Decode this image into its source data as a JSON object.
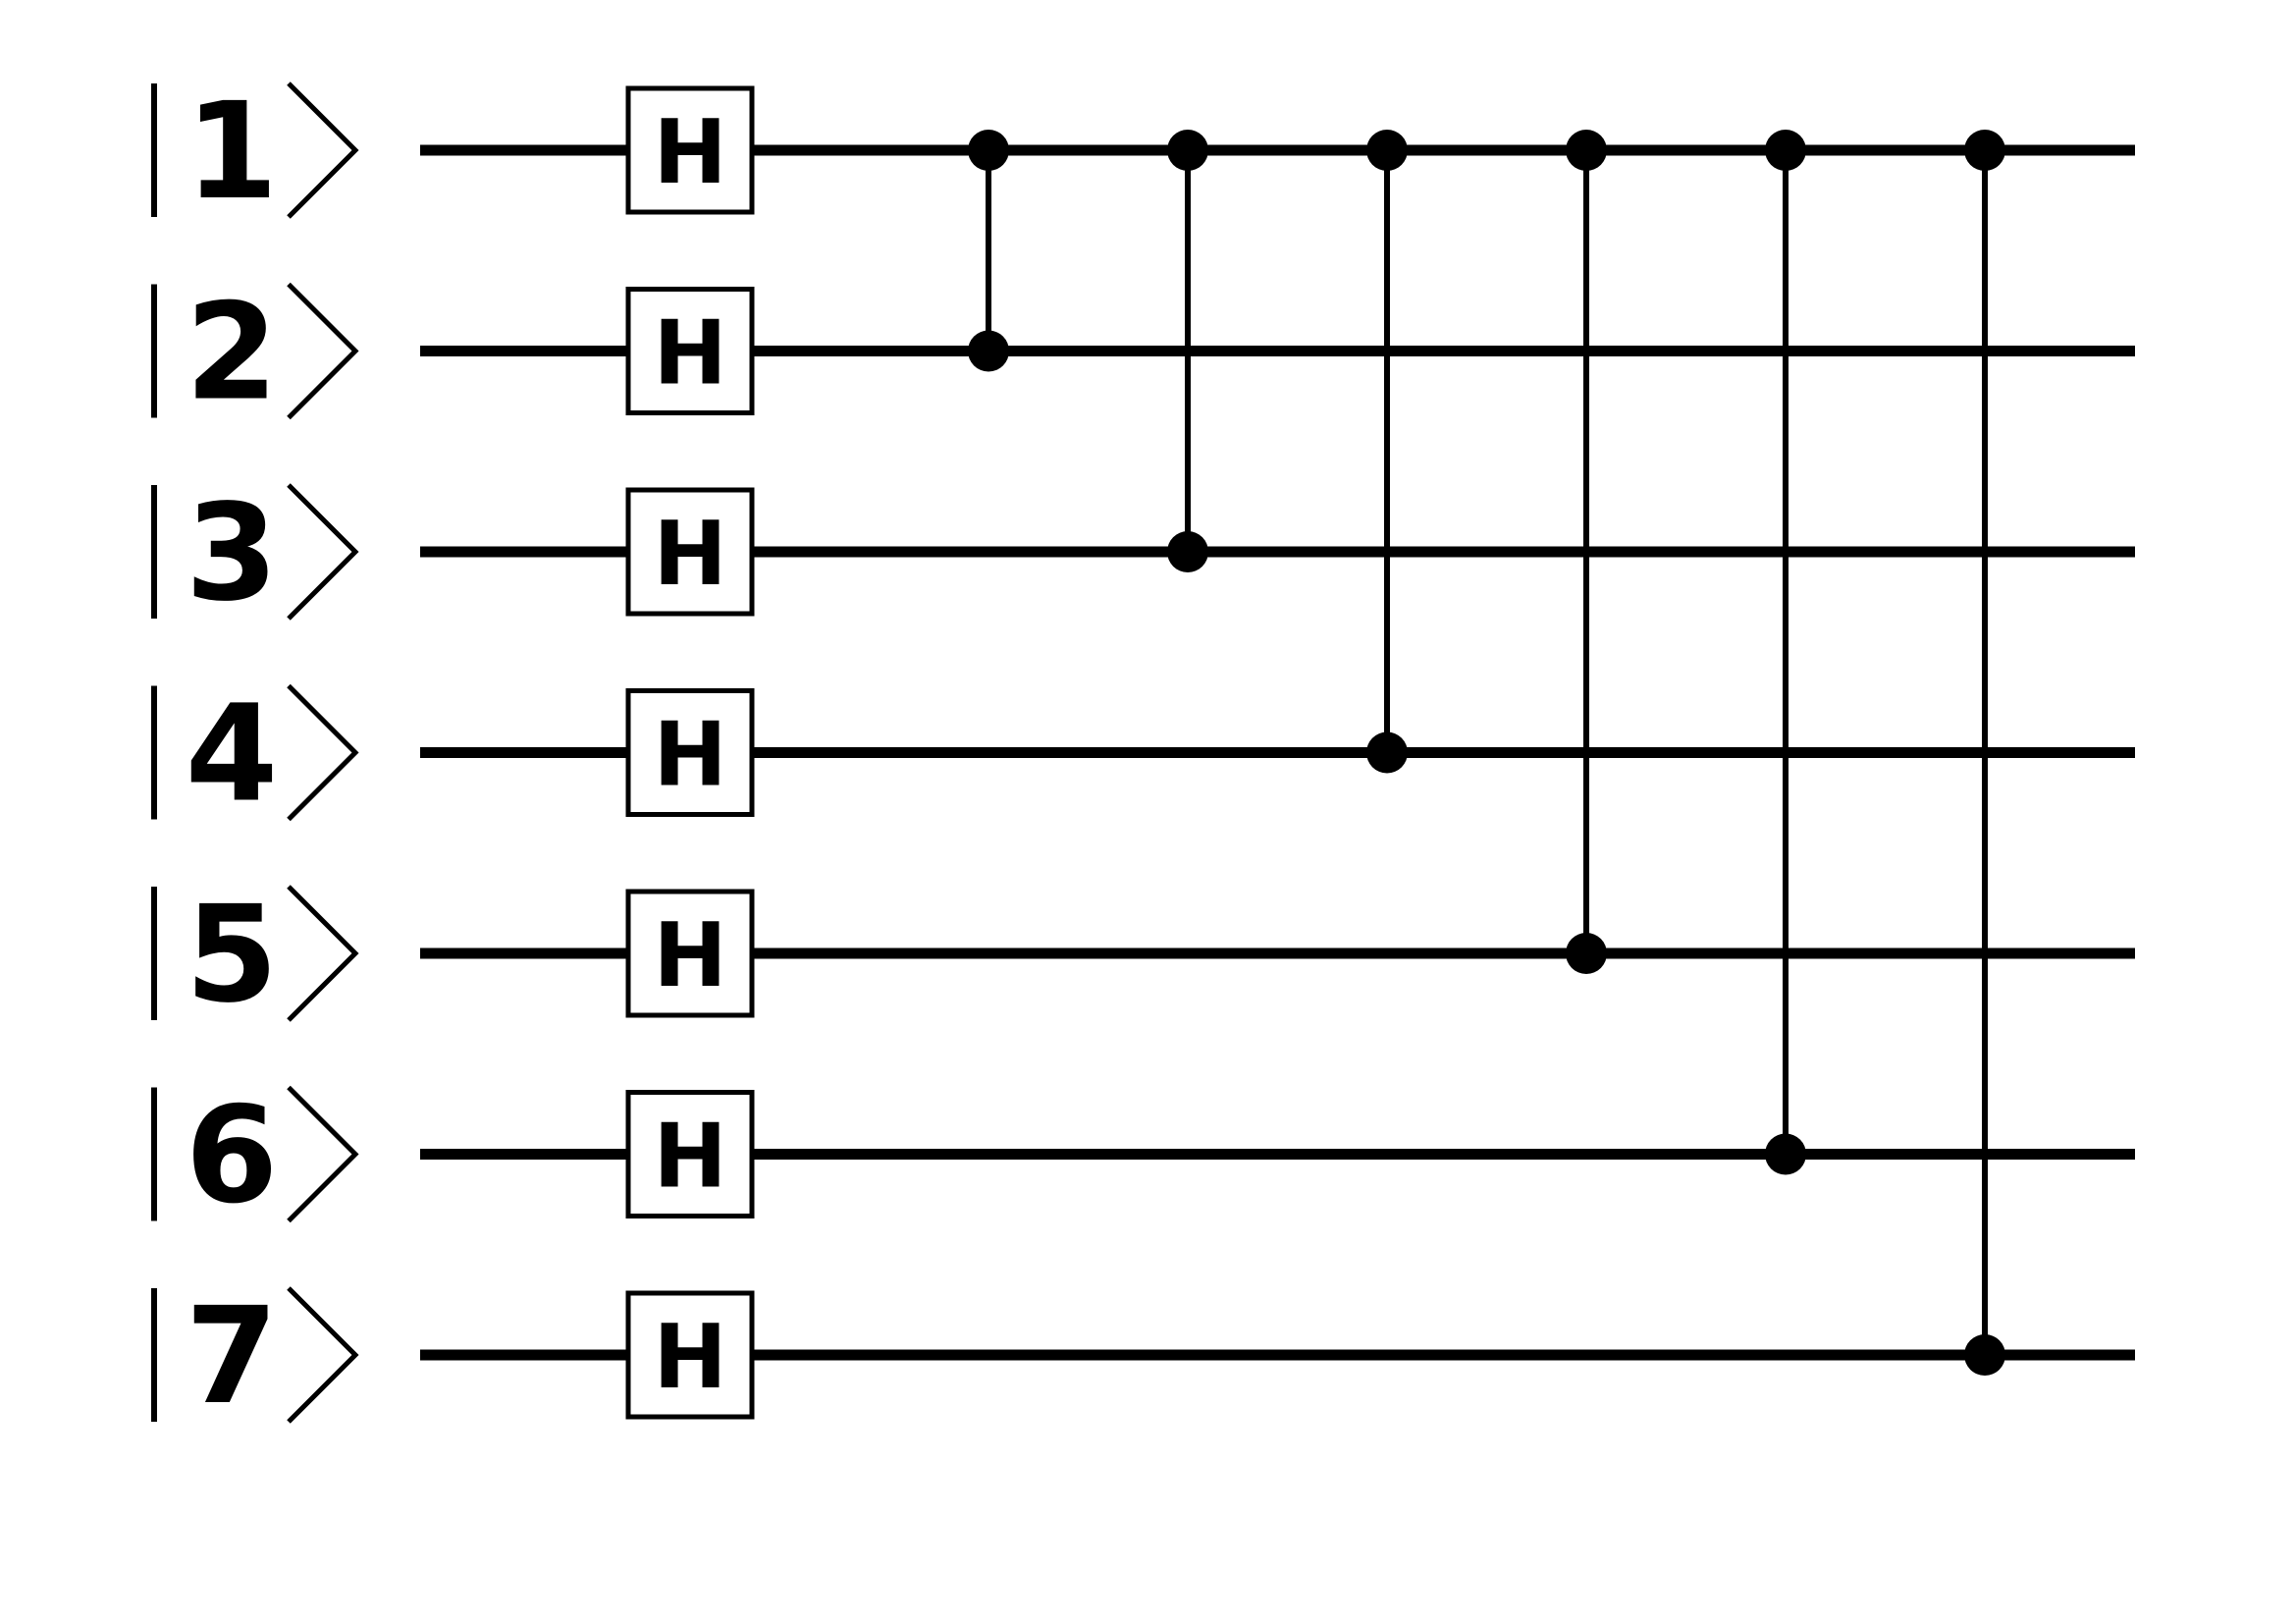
{
  "diagram": {
    "type": "quantum-circuit",
    "qubits": [
      {
        "label": "1"
      },
      {
        "label": "2"
      },
      {
        "label": "3"
      },
      {
        "label": "4"
      },
      {
        "label": "5"
      },
      {
        "label": "6"
      },
      {
        "label": "7"
      }
    ],
    "gate_columns": [
      {
        "type": "single-qubit",
        "label": "H",
        "targets": [
          1,
          2,
          3,
          4,
          5,
          6,
          7
        ]
      },
      {
        "type": "controlled-z",
        "qubits": [
          1,
          2
        ]
      },
      {
        "type": "controlled-z",
        "qubits": [
          1,
          3
        ]
      },
      {
        "type": "controlled-z",
        "qubits": [
          1,
          4
        ]
      },
      {
        "type": "controlled-z",
        "qubits": [
          1,
          5
        ]
      },
      {
        "type": "controlled-z",
        "qubits": [
          1,
          6
        ]
      },
      {
        "type": "controlled-z",
        "qubits": [
          1,
          7
        ]
      }
    ],
    "colors": {
      "line": "#000000",
      "gate_fill": "#ffffff",
      "background": "#ffffff"
    }
  }
}
